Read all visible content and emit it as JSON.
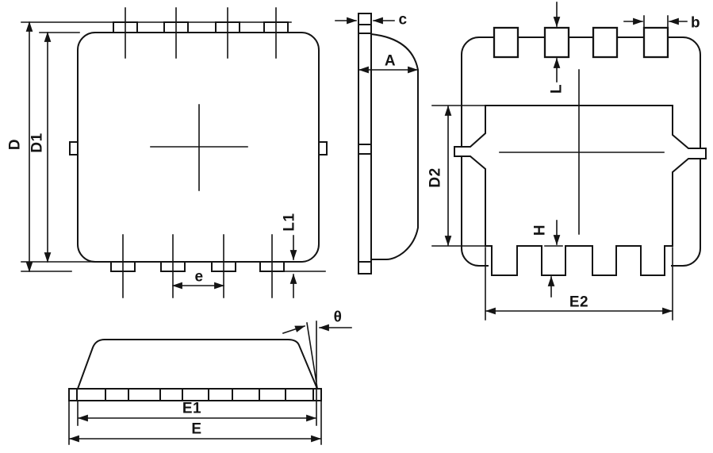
{
  "drawing": {
    "background": "#ffffff",
    "line_color": "#141414",
    "description_labels_only": true,
    "views": {
      "top_view": {
        "labels": {
          "D": "D",
          "D1": "D1",
          "e": "e",
          "L1": "L1"
        }
      },
      "side_view": {
        "labels": {
          "c": "c",
          "A": "A"
        }
      },
      "bottom_view": {
        "labels": {
          "L": "L",
          "b": "b",
          "D2": "D2",
          "H": "H",
          "E2": "E2"
        }
      },
      "front_view": {
        "labels": {
          "theta": "θ",
          "E1": "E1",
          "E": "E"
        }
      }
    }
  }
}
